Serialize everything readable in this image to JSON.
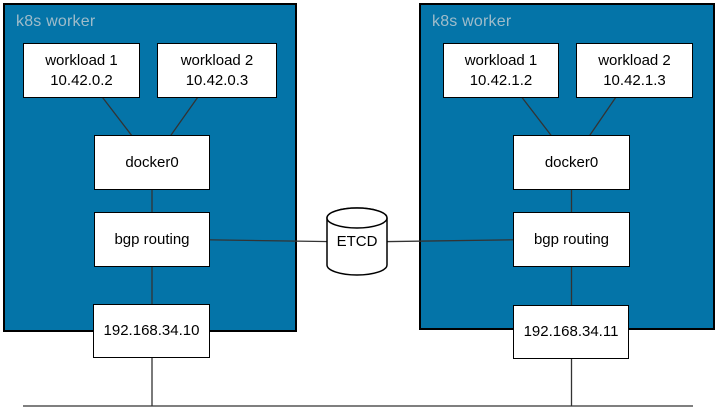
{
  "diagram": {
    "workers": [
      {
        "label": "k8s worker",
        "workload1": {
          "name": "workload 1",
          "ip": "10.42.0.2"
        },
        "workload2": {
          "name": "workload 2",
          "ip": "10.42.0.3"
        },
        "bridge_label": "docker0",
        "routing_label": "bgp routing",
        "host_ip": "192.168.34.10"
      },
      {
        "label": "k8s worker",
        "workload1": {
          "name": "workload 1",
          "ip": "10.42.1.2"
        },
        "workload2": {
          "name": "workload 2",
          "ip": "10.42.1.3"
        },
        "bridge_label": "docker0",
        "routing_label": "bgp routing",
        "host_ip": "192.168.34.11"
      }
    ],
    "datastore": {
      "label": "ETCD"
    },
    "colors": {
      "worker_bg": "#0474a8",
      "worker_label_text": "#9fbcca",
      "node_bg": "#ffffff",
      "node_border": "#000000",
      "connector": "#333333"
    }
  }
}
